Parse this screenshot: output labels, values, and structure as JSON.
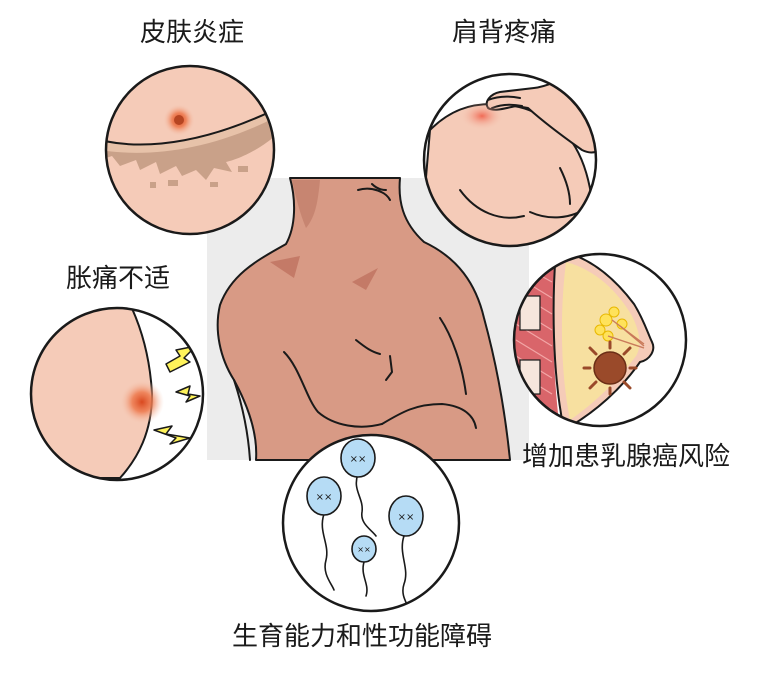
{
  "labels": {
    "skin": "皮肤炎症",
    "back_pain": "肩背疼痛",
    "swelling": "胀痛不适",
    "cancer_risk": "增加患乳腺癌风险",
    "fertility": "生育能力和性功能障碍"
  },
  "colors": {
    "skin": "#d89a85",
    "skin_light": "#f5cbb8",
    "outline": "#1a1a1a",
    "backdrop": "#ececec",
    "inflammation": "#e65a2f",
    "pigment": "#c9a189",
    "muscle": "#d9656a",
    "gland": "#f7e0a0",
    "lobule": "#ffe25a",
    "tumor": "#9a4a2a",
    "sperm": "#b6dcf5",
    "lightning": "#fff35a"
  },
  "icons": [
    "lightning-bolt-icon",
    "tumor-icon",
    "sperm-icon"
  ]
}
